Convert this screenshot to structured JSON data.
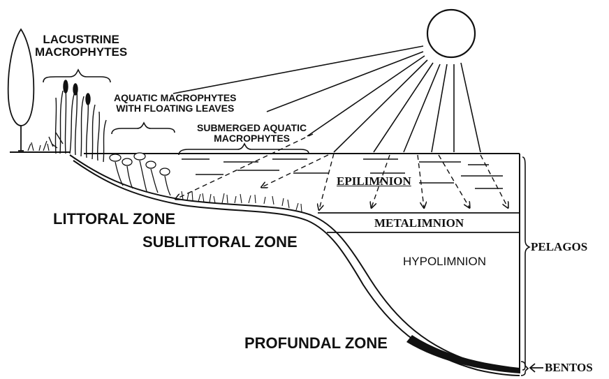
{
  "labels": {
    "lacustrine": "LACUSTRINE\nMACROPHYTES",
    "floating": "AQUATIC MACROPHYTES\nWITH FLOATING LEAVES",
    "submerged": "SUBMERGED AQUATIC\nMACROPHYTES",
    "epilimnion": "EPILIMNION",
    "metalimnion": "METALIMNION",
    "hypolimnion": "HYPOLIMNION",
    "pelagos": "PELAGOS",
    "bentos": "BENTOS",
    "littoral": "LITTORAL ZONE",
    "sublittoral": "SUBLITTORAL ZONE",
    "profundal": "PROFUNDAL ZONE"
  },
  "icons": {
    "sun": "sun-icon",
    "tree": "tree-icon",
    "reeds": "reeds-icon",
    "arrow": "arrow-icon"
  },
  "colors": {
    "ink": "#111111",
    "background": "#ffffff"
  }
}
